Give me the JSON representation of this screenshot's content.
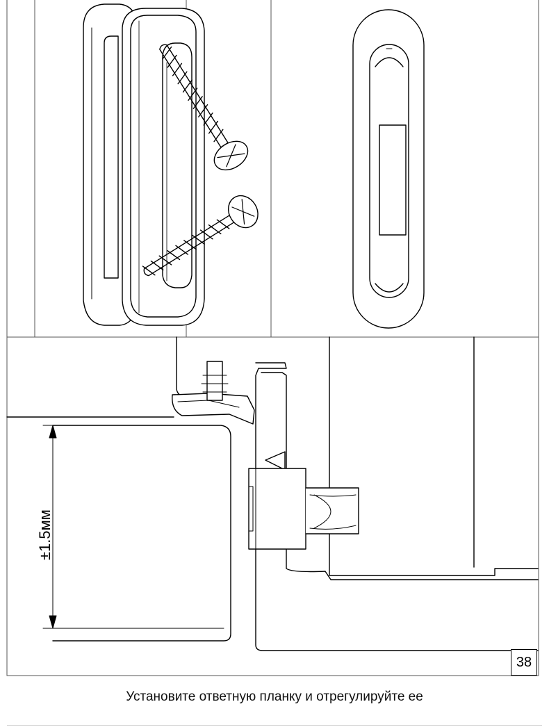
{
  "dimension_label": "±1.5мм",
  "page_number": "38",
  "caption": "Установите ответную планку и отрегулируйте ее"
}
